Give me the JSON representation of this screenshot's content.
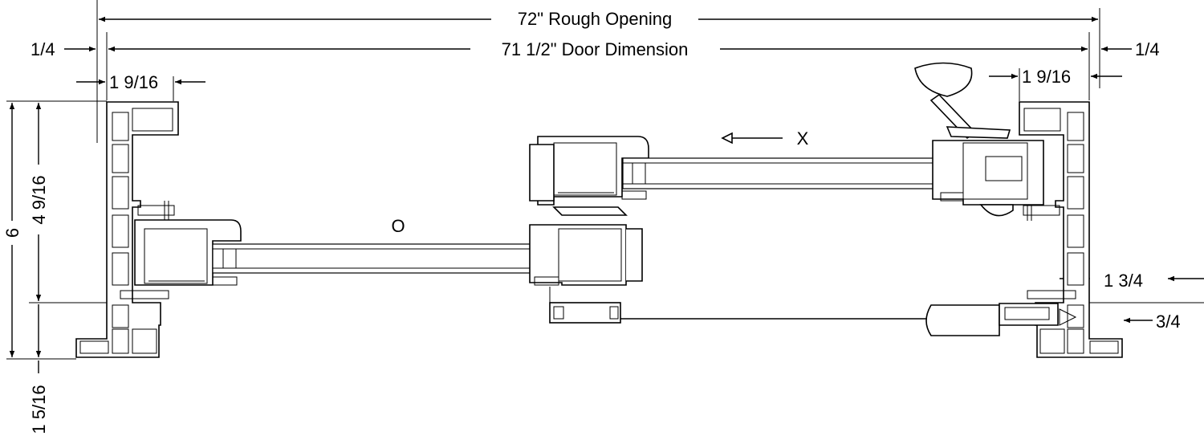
{
  "dimensions": {
    "rough_opening": "72\" Rough Opening",
    "door_dimension": "71 1/2\" Door Dimension",
    "left_gap": "1/4",
    "right_gap": "1/4",
    "left_frame_width": "1 9/16",
    "right_frame_width": "1 9/16",
    "overall_depth": "6",
    "frame_depth": "4 9/16",
    "bottom_depth": "1 5/16",
    "right_depth_a": "1 3/4",
    "right_depth_b": "3/4"
  },
  "panels": {
    "fixed_label": "O",
    "operable_label": "X"
  }
}
